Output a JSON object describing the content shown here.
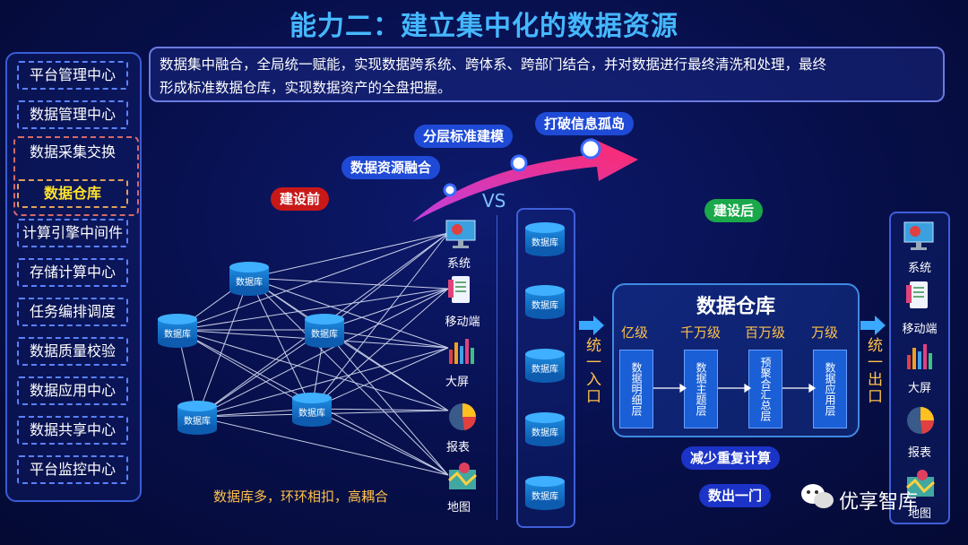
{
  "title": "能力二：建立集中化的数据资源",
  "sidebar": {
    "items": [
      "平台管理中心",
      "数据管理中心",
      "数据采集交换",
      "数据仓库",
      "计算引擎中间件",
      "存储计算中心",
      "任务编排调度",
      "数据质量校验",
      "数据应用中心",
      "数据共享中心",
      "平台监控中心"
    ],
    "active_index": 3
  },
  "description": {
    "line1": "数据集中融合，全局统一赋能，实现数据跨系统、跨体系、跨部门结合，并对数据进行最终清洗和处理，最终",
    "line2": "形成标准数据仓库，实现数据资产的全盘把握。"
  },
  "arrow_tags": [
    "数据资源融合",
    "分层标准建模",
    "打破信息孤岛"
  ],
  "vs": "VS",
  "before": {
    "badge": "建设前",
    "db_label": "数据库",
    "caption": "数据库多，环环相扣，高耦合"
  },
  "targets": [
    "系统",
    "移动端",
    "大屏",
    "报表",
    "地图"
  ],
  "after": {
    "badge": "建设后",
    "db_label": "数据库",
    "entry": "统一入口",
    "exit": "统一出口",
    "warehouse_title": "数据仓库",
    "levels": [
      "亿级",
      "千万级",
      "百万级",
      "万级"
    ],
    "layers": [
      "数据明细层",
      "数据主题层",
      "预聚合汇总层",
      "数据应用层"
    ],
    "result1": "减少重复计算",
    "result2": "数出一门"
  },
  "watermark": "优享智库",
  "colors": {
    "accent": "#45b8ff",
    "highlight": "#ffe22a",
    "orange": "#ffc04a",
    "red": "#c81818",
    "green": "#1aa84a"
  }
}
